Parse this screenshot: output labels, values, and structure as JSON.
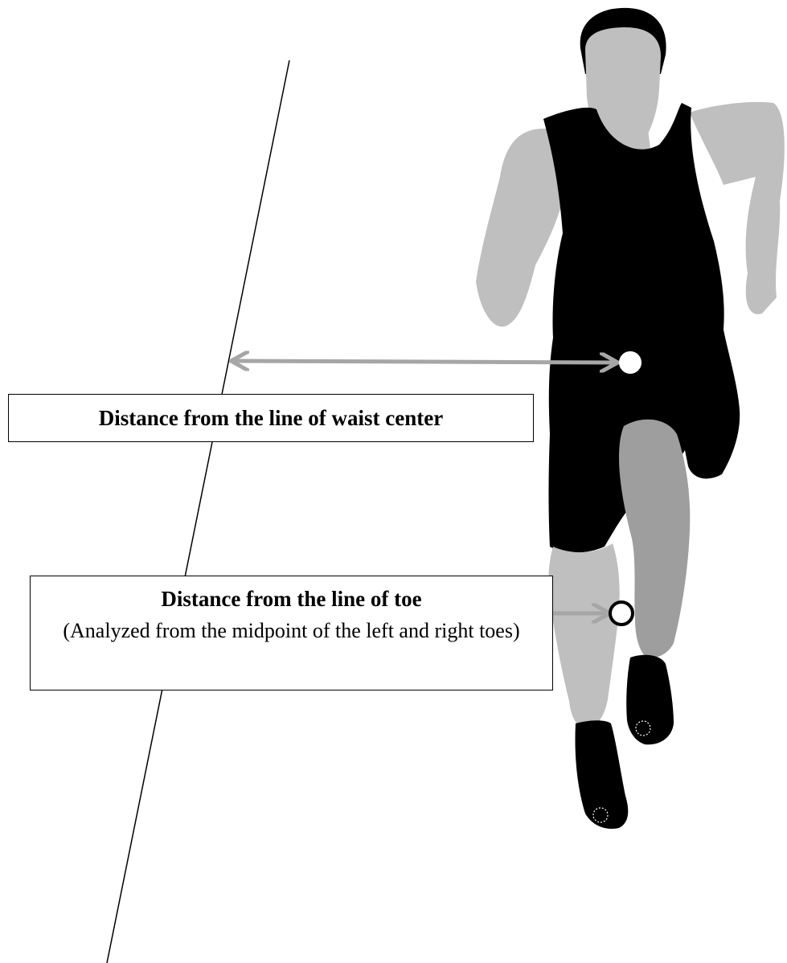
{
  "labels": {
    "waist": "Distance from the line of waist center",
    "toe_title": "Distance from the line of toe",
    "toe_subtitle": "(Analyzed from the midpoint of the left and right toes)"
  },
  "colors": {
    "background": "#ffffff",
    "line": "#000000",
    "arrow": "#a6a6a6",
    "skin": "#bfbfbf",
    "clothing": "#000000",
    "marker": "#ffffff"
  },
  "icons": {
    "figure": "runner-silhouette-icon",
    "waist_marker": "waist-center-marker-icon",
    "toe_marker": "toe-midpoint-marker-icon"
  }
}
